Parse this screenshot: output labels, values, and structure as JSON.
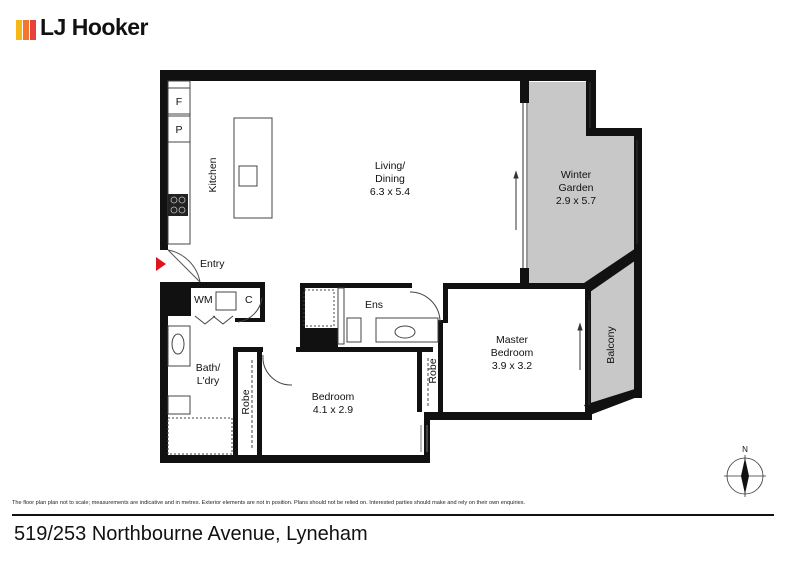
{
  "brand": {
    "name": "LJ Hooker",
    "colors": [
      "#f6b719",
      "#e8413c",
      "#f2762e"
    ]
  },
  "plan": {
    "rooms": {
      "living": {
        "name": "Living/",
        "name2": "Dining",
        "size": "6.3 x 5.4"
      },
      "winter": {
        "name": "Winter",
        "name2": "Garden",
        "size": "2.9 x 5.7"
      },
      "kitchen": "Kitchen",
      "fridge": "F",
      "pantry": "P",
      "entry": "Entry",
      "wm": "WM",
      "cupboard": "C",
      "ens": "Ens",
      "master": {
        "name": "Master",
        "name2": "Bedroom",
        "size": "3.9 x 3.2"
      },
      "balcony": "Balcony",
      "bath": {
        "name": "Bath/",
        "name2": "L'dry"
      },
      "robe1": "Robe",
      "robe2": "Robe",
      "bedroom": {
        "name": "Bedroom",
        "size": "4.1 x 2.9"
      }
    },
    "compass": "N",
    "colors": {
      "wall": "#111111",
      "grey": "#c8c8c8",
      "entry_arrow": "#e0141e"
    }
  },
  "footer": {
    "disclaimer": "The floor plan plan not to scale; measurements are indicative and in metres. Exterior elements are not in position. Plans should not be relied on. Interested parties should make and rely on their own enquiries.",
    "address": "519/253 Northbourne Avenue, Lyneham"
  }
}
